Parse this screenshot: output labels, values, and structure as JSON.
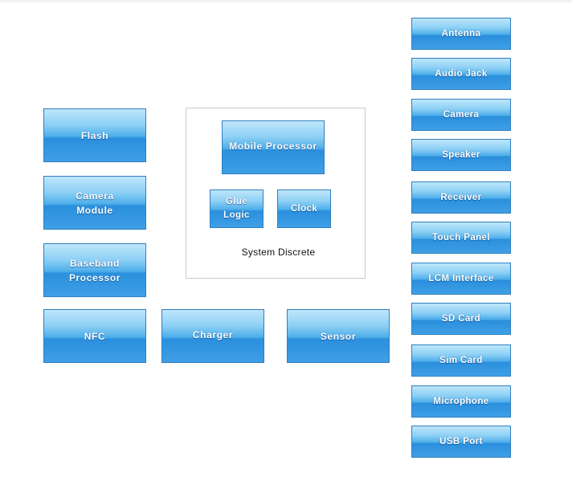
{
  "diagram": {
    "left_blocks": [
      "Flash",
      "Camera\nModule",
      "Baseband\nProcessor",
      "NFC"
    ],
    "bottom_blocks": [
      "Charger",
      "Sensor"
    ],
    "system_discrete": {
      "label": "System Discrete",
      "processor": "Mobile Processor",
      "glue_logic": "Glue\nLogic",
      "clock": "Clock"
    },
    "right_blocks": [
      "Antenna",
      "Audio Jack",
      "Camera",
      "Speaker",
      "Receiver",
      "Touch Panel",
      "LCM Interface",
      "SD Card",
      "Sim Card",
      "Microphone",
      "USB Port"
    ],
    "colors": {
      "block_top": "#bfe6fb",
      "block_bottom": "#2a8fdd",
      "block_border": "#2f7fbf",
      "block_text": "#ffffff"
    }
  }
}
